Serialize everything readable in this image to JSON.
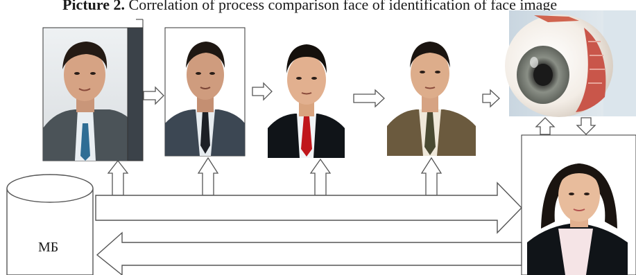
{
  "caption": {
    "label": "Picture 2.",
    "text": "Correlation of process comparison face of identification of face image"
  },
  "database": {
    "label": "МБ"
  },
  "colors": {
    "line": "#555555",
    "suit_dark": "#1f2833",
    "suit_brown": "#6b5a3e",
    "tie_red": "#c0161b",
    "skin": "#e2b08f",
    "hair": "#1a1410",
    "eye_iris": "#8a8f86"
  },
  "photos": [
    {
      "name": "photo-man-1",
      "icon": "portrait-man-gray-suit"
    },
    {
      "name": "photo-man-2",
      "icon": "portrait-man-dark-suit"
    },
    {
      "name": "photo-man-3",
      "icon": "portrait-man-red-tie"
    },
    {
      "name": "photo-man-4",
      "icon": "portrait-man-brown-suit"
    },
    {
      "name": "photo-eyeball",
      "icon": "eyeball-model"
    },
    {
      "name": "photo-woman",
      "icon": "portrait-woman"
    }
  ]
}
